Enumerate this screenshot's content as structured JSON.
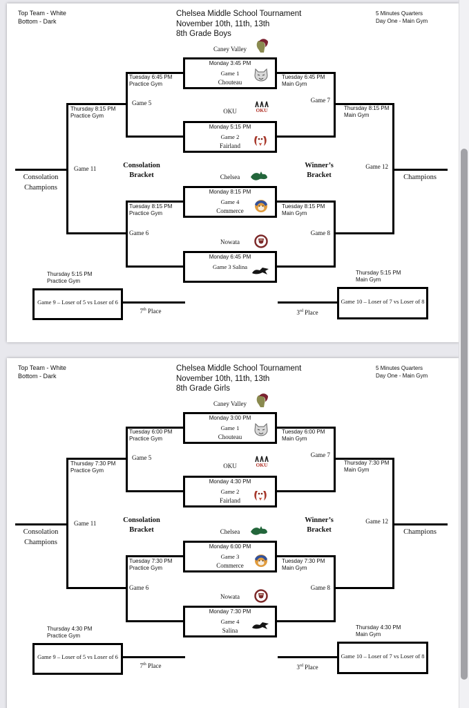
{
  "ui": {
    "background_color": "#e8e8ed",
    "page_color": "#ffffff",
    "line_color": "#000000",
    "scrollbar_thumb_color": "#a2a2a7",
    "oku_logo_color": "#b03026"
  },
  "brackets": [
    {
      "header": {
        "note1": "Top Team - White",
        "note2": "Bottom - Dark",
        "title": "Chelsea Middle School Tournament",
        "dates": "November 10th, 11th, 13th",
        "division": "8th Grade Boys",
        "rules1": "5 Minutes Quarters",
        "rules2": "Day One - Main Gym"
      },
      "seeds": {
        "s1": "Caney Valley",
        "s2": "OKU",
        "s3": "Chelsea",
        "s4": "Nowata"
      },
      "oku_logo_text": "OKU",
      "boxes": {
        "b1": {
          "l1": "Monday 3:45 PM",
          "l2": "Game 1",
          "l3": "Chouteau"
        },
        "b2": {
          "l1": "Monday 5:15 PM",
          "l2": "Game 2",
          "l3": "Fairland"
        },
        "b3": {
          "l1": "Monday 8:15 PM",
          "l2": "Game 4",
          "l3": "Commerce"
        },
        "b4": {
          "l1": "Monday 6:45 PM",
          "l2": "Game 3 Salina",
          "l3": ""
        }
      },
      "left": {
        "top_time": "Tuesday 6:45 PM",
        "top_gym": "Practice Gym",
        "top_game": "Game 5",
        "semi_time": "Thursday 8:15 PM",
        "semi_gym": "Practice Gym",
        "semi_game": "Game 11",
        "bottom_time": "Tuesday 8:15 PM",
        "bottom_gym": "Practice Gym",
        "bottom_game": "Game 6",
        "champ_l1": "Consolation",
        "champ_l2": "Champions",
        "bracket_l1": "Consolation",
        "bracket_l2": "Bracket"
      },
      "right": {
        "top_time": "Tuesday 6:45 PM",
        "top_gym": "Main Gym",
        "top_game": "Game 7",
        "final_time": "Thursday 8:15 PM",
        "final_gym": "Main Gym",
        "final_game": "Game 12",
        "bottom_time": "Tuesday 8:15 PM",
        "bottom_gym": "Main Gym",
        "bottom_game": "Game 8",
        "champ": "Champions",
        "bracket_l1": "Winner’s",
        "bracket_l2": "Bracket"
      },
      "game9": {
        "time": "Thursday 5:15 PM",
        "gym": "Practice Gym",
        "label": "Game 9 – Loser of 5 vs Loser of 6",
        "place_num": "7",
        "place_sup": "th",
        "place_word": "Place"
      },
      "game10": {
        "time": "Thursday 5:15 PM",
        "gym": "Main Gym",
        "label": "Game 10 – Loser of 7 vs Loser of 8",
        "place_num": "3",
        "place_sup": "rd",
        "place_word": "Place"
      }
    },
    {
      "header": {
        "note1": "Top Team - White",
        "note2": "Bottom - Dark",
        "title": "Chelsea Middle School Tournament",
        "dates": "November 10th, 11th, 13th",
        "division": "8th Grade Girls",
        "rules1": "5 Minutes Quarters",
        "rules2": "Day One - Main Gym"
      },
      "seeds": {
        "s1": "Caney Valley",
        "s2": "OKU",
        "s3": "Chelsea",
        "s4": "Nowata"
      },
      "oku_logo_text": "OKU",
      "boxes": {
        "b1": {
          "l1": "Monday 3:00 PM",
          "l2": "Game 1",
          "l3": "Chouteau"
        },
        "b2": {
          "l1": "Monday 4:30 PM",
          "l2": "Game 2",
          "l3": "Fairland"
        },
        "b3": {
          "l1": "Monday 6:00 PM",
          "l2": "Game 3",
          "l3": "Commerce"
        },
        "b4": {
          "l1": "Monday 7:30 PM",
          "l2": "Game 4",
          "l3": "Salina"
        }
      },
      "left": {
        "top_time": "Tuesday 6:00 PM",
        "top_gym": "Practice Gym",
        "top_game": "Game 5",
        "semi_time": "Thursday 7:30 PM",
        "semi_gym": "Practice Gym",
        "semi_game": "Game 11",
        "bottom_time": "Tuesday 7:30 PM",
        "bottom_gym": "Practice Gym",
        "bottom_game": "Game 6",
        "champ_l1": "Consolation",
        "champ_l2": "Champions",
        "bracket_l1": "Consolation",
        "bracket_l2": "Bracket"
      },
      "right": {
        "top_time": "Tuesday 6:00 PM",
        "top_gym": "Main Gym",
        "top_game": "Game 7",
        "final_time": "Thursday 7:30 PM",
        "final_gym": "Main Gym",
        "final_game": "Game 12",
        "bottom_time": "Tuesday 7:30 PM",
        "bottom_gym": "Main Gym",
        "bottom_game": "Game 8",
        "champ": "Champions",
        "bracket_l1": "Winner’s",
        "bracket_l2": "Bracket"
      },
      "game9": {
        "time": "Thursday 4:30 PM",
        "gym": "Practice Gym",
        "label": "Game 9 – Loser of 5 vs Loser of 6",
        "place_num": "7",
        "place_sup": "th",
        "place_word": "Place"
      },
      "game10": {
        "time": "Thursday 4:30 PM",
        "gym": "Main Gym",
        "label": "Game 10 – Loser of 7 vs Loser of 8",
        "place_num": "3",
        "place_sup": "rd",
        "place_word": "Place"
      }
    }
  ]
}
